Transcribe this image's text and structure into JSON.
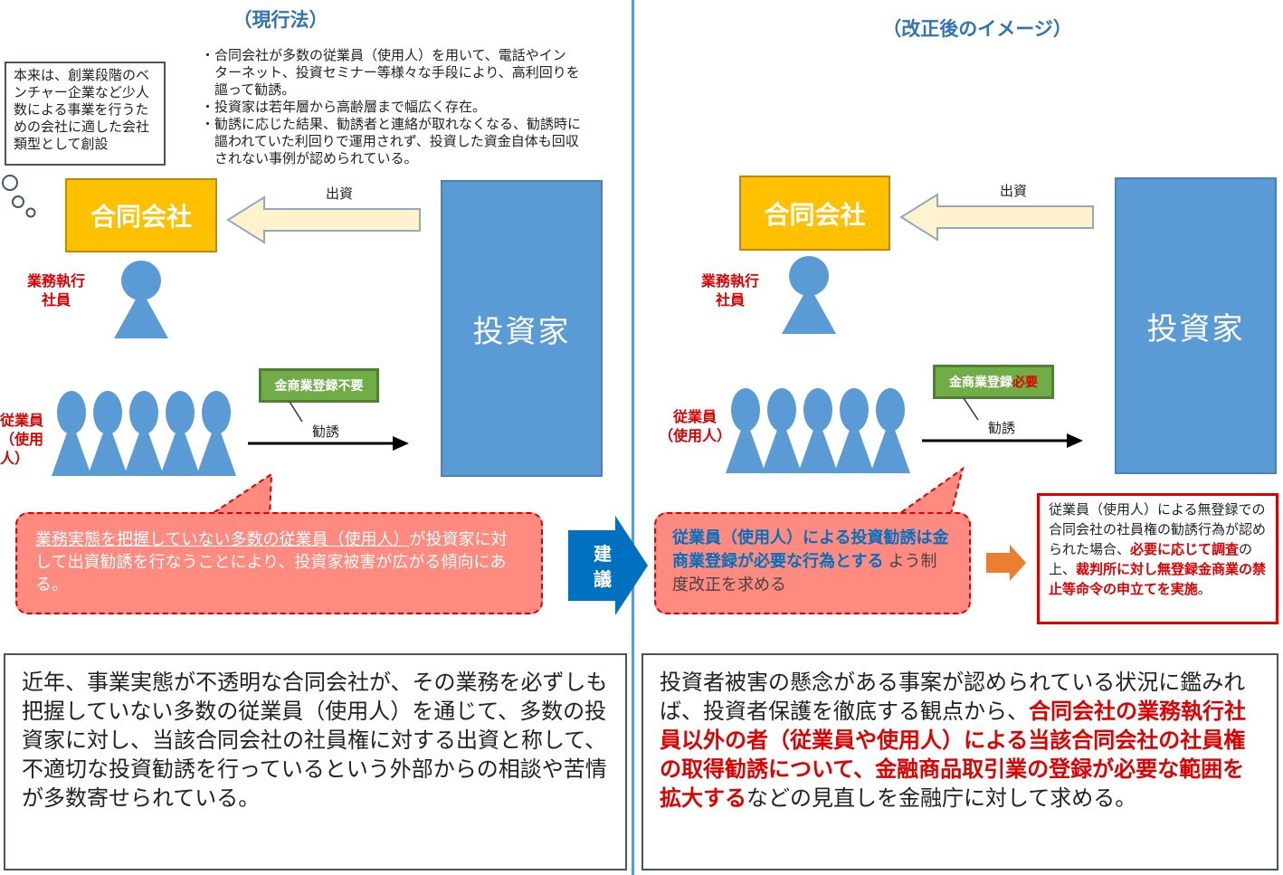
{
  "left": {
    "header": "（現行法）",
    "description": [
      "・合同会社が多数の従業員（使用人）を用いて、電話やイン",
      "　ターネット、投資セミナー等様々な手段により、高利回りを",
      "　謳って勧誘。",
      "・投資家は若年層から高齢層まで幅広く存在。",
      "・勧誘に応じた結果、勧誘者と連絡が取れなくなる、勧誘時に",
      "　謳われていた利回りで運用されず、投資した資金自体も回収",
      "　されない事例が認められている。"
    ],
    "origin_note": "本来は、創業段階のベンチャー企業など少人数による事業を行うための会社に適した会社類型として創設",
    "llc": "合同会社",
    "investment_label": "出資",
    "investor": "投資家",
    "executive_label": [
      "業務執行",
      "社員"
    ],
    "employee_label": [
      "従業員",
      "（使用人）"
    ],
    "registration_badge": "金商業登録不要",
    "solicitation_label": "勧誘",
    "warning_underlined": "業務実態を把握していない多数の従業員（使用人）",
    "warning_rest": "が投資家に対して出資勧誘を行なうことにより、投資家被害が広がる傾向にある。",
    "bottom_text": "近年、事業実態が不透明な合同会社が、その業務を必ずしも把握していない多数の従業員（使用人）を通じて、多数の投資家に対し、当該合同会社の社員権に対する出資と称して、不適切な投資勧誘を行っているという外部からの相談や苦情が多数寄せられている。"
  },
  "proposal_arrow": [
    "建",
    "議"
  ],
  "right": {
    "header": "（改正後のイメージ）",
    "llc": "合同会社",
    "investment_label": "出資",
    "investor": "投資家",
    "executive_label": [
      "業務執行",
      "社員"
    ],
    "employee_label": [
      "従業員",
      "（使用人）"
    ],
    "registration_badge_prefix": "金商業登録",
    "registration_badge_suffix": "必要",
    "solicitation_label": "勧誘",
    "proposal_bold": "従業員（使用人）による投資勧誘は金商業登録が必要な行為とする",
    "proposal_rest": "よう制度改正を求める",
    "result_box": {
      "t1": "従業員（使用人）による無登録での合同会社の社員権の勧誘行為が認められた場合、",
      "t2": "必要に応じて調査",
      "t3": "の上、",
      "t4": "裁判所に対し無登録金商業の禁止等命令の申立てを実施",
      "t5": "。"
    },
    "bottom_text_normal": "投資者被害の懸念がある事案が認められている状況に鑑みれば、投資者保護を徹底する観点から、",
    "bottom_text_bold": "合同会社の業務執行社員以外の者（従業員や使用人）による当該合同会社の社員権の取得勧誘について、金融商品取引業の登録が必要な範囲を拡大する",
    "bottom_text_end": "などの見直しを金融庁に対して求める。"
  },
  "colors": {
    "header_blue": "#2E75B6",
    "llc_yellow": "#FFC000",
    "investor_blue": "#5B9BD5",
    "person_blue": "#5B9BD5",
    "badge_green": "#70AD47",
    "warning_pink": "#FF8A80",
    "alert_red": "#E00000",
    "arrow_orange": "#ED7D31",
    "arrow_cream": "#FFF2CC"
  }
}
